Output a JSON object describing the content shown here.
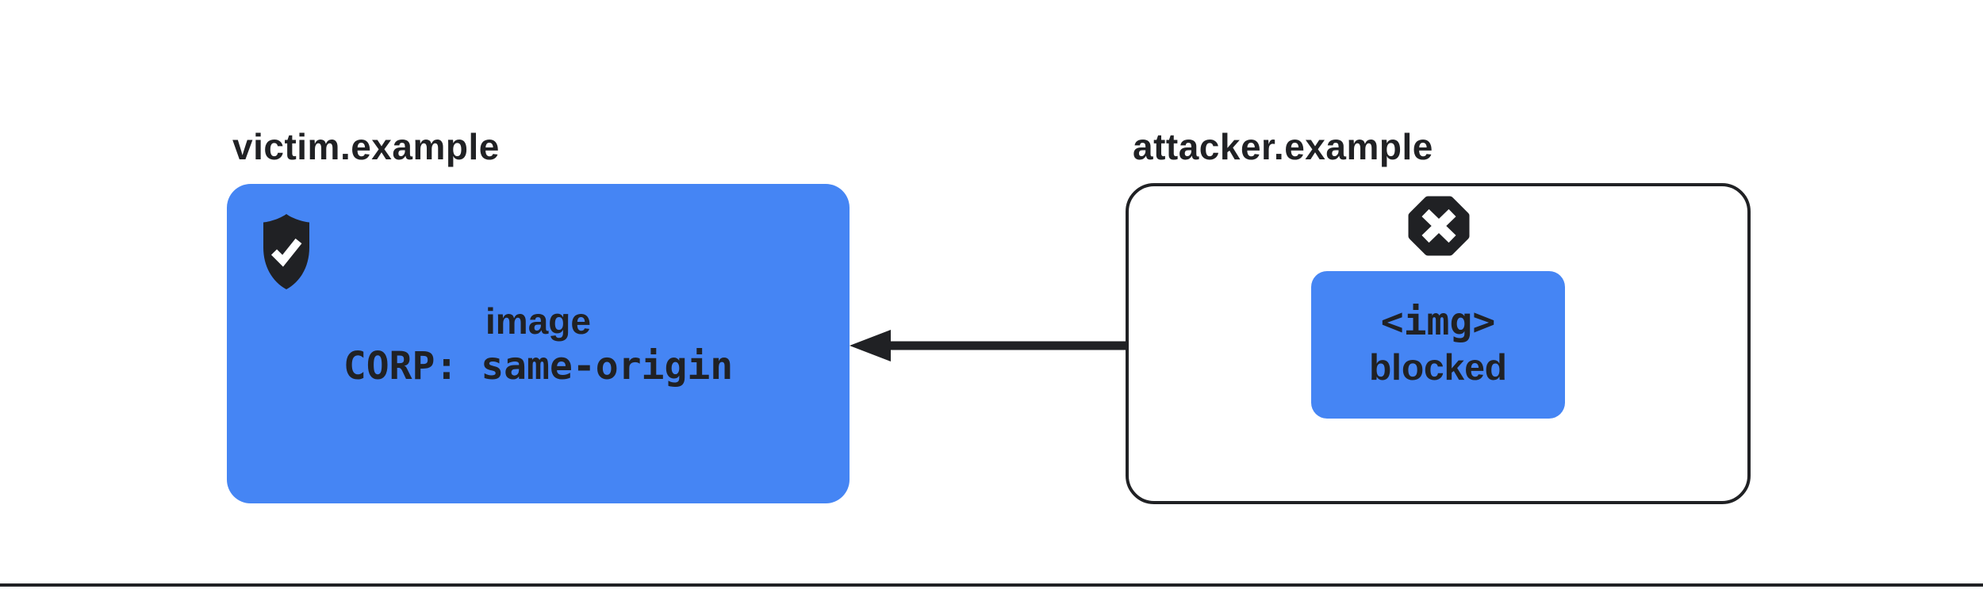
{
  "diagram": {
    "title_semantic": "CORP same-origin blocks cross-origin image embed",
    "victim": {
      "label": "victim.example",
      "resource_type": "image",
      "corp_header": "CORP: same-origin",
      "icon": "shield-check-icon"
    },
    "attacker": {
      "label": "attacker.example",
      "element_tag": "<img>",
      "status": "blocked",
      "icon": "blocked-octagon-icon"
    },
    "arrow": {
      "from": "attacker.example",
      "to": "victim.example",
      "direction": "right-to-left"
    }
  },
  "colors": {
    "accent_blue": "#4585F4",
    "ink": "#202124",
    "background": "#ffffff"
  }
}
